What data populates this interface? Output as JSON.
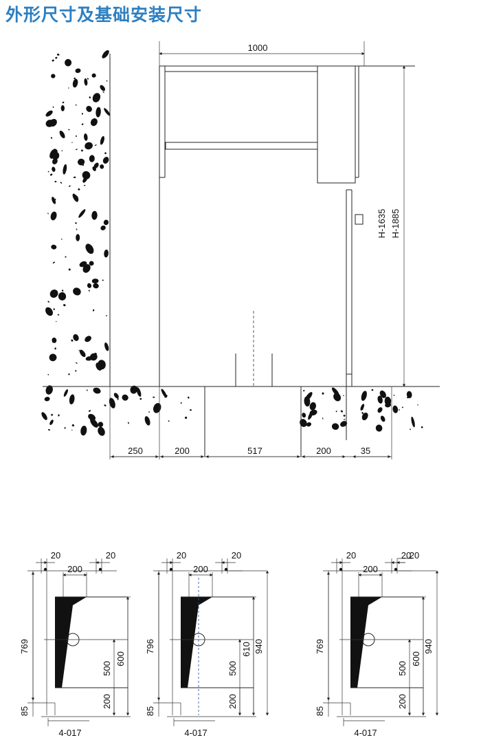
{
  "title": "外形尺寸及基础安装尺寸",
  "elevation": {
    "width_1000": "1000",
    "height_1635": "H-1635",
    "height_1885": "H-1885",
    "d250": "250",
    "d200a": "200",
    "d517": "517",
    "d200b": "200",
    "d35": "35"
  },
  "foundations": [
    {
      "top_left": "20",
      "top_right": "20",
      "top_extra": "",
      "inner_200": "200",
      "left_h": "769",
      "bottom_85": "85",
      "v500": "500",
      "v600": "600",
      "v610": "",
      "v940": "",
      "v200": "200",
      "holes": "4-017"
    },
    {
      "top_left": "20",
      "top_right": "20",
      "top_extra": "",
      "inner_200": "200",
      "left_h": "796",
      "bottom_85": "85",
      "v500": "500",
      "v600": "",
      "v610": "610",
      "v940": "940",
      "v200": "200",
      "holes": "4-017"
    },
    {
      "top_left": "20",
      "top_right": "20",
      "top_extra": "20",
      "inner_200": "200",
      "left_h": "769",
      "bottom_85": "85",
      "v500": "500",
      "v600": "600",
      "v610": "",
      "v940": "940",
      "v200": "200",
      "holes": "4-017"
    }
  ]
}
